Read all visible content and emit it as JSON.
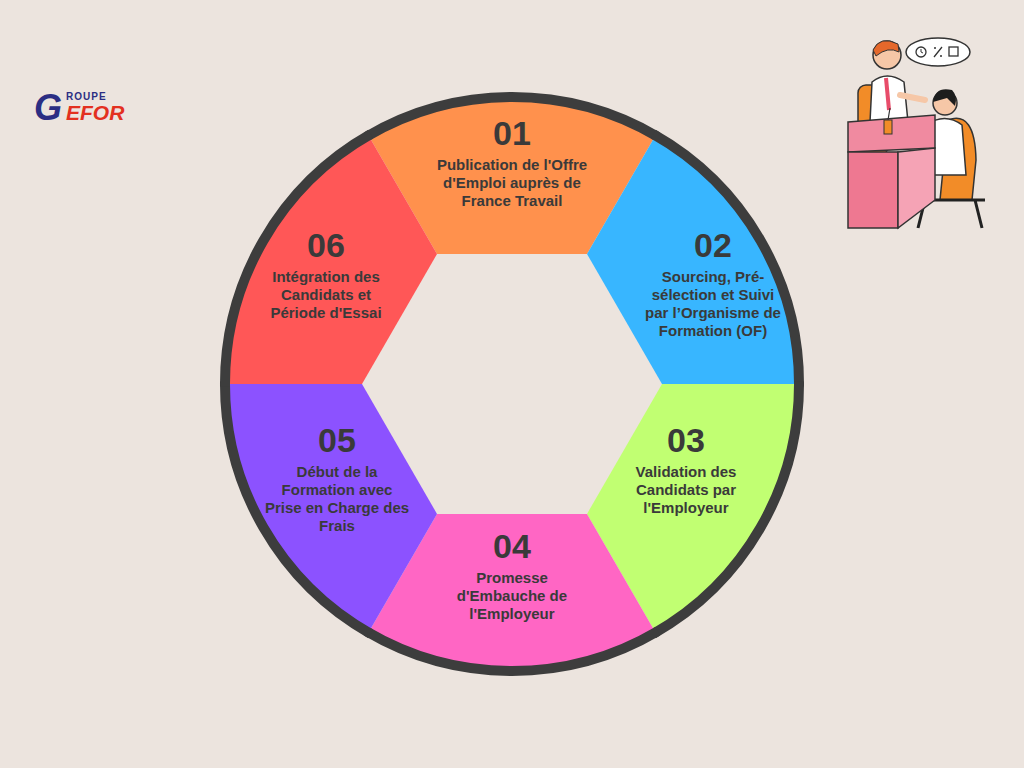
{
  "diagram": {
    "nodes": [
      {
        "text": [
          "01",
          "Publication de l'Offre d'Emploi auprès de France Travail"
        ]
      },
      {
        "text": [
          "02",
          "Sourcing, Pré-sélection et Suivi par l’Organisme de Formation (OF)"
        ]
      },
      {
        "text": [
          "03",
          "Validation des Candidats par l'Employeur"
        ]
      },
      {
        "text": [
          "04",
          "Promesse d'Embauche de l'Employeur"
        ]
      },
      {
        "text": [
          "05",
          "Début de la Formation avec Prise en Charge des Frais"
        ]
      },
      {
        "text": [
          "06",
          "Intégration des Candidats et Période d'Essai"
        ]
      }
    ],
    "labels": [
      "ROUPE",
      "G",
      "EFOR"
    ]
  }
}
